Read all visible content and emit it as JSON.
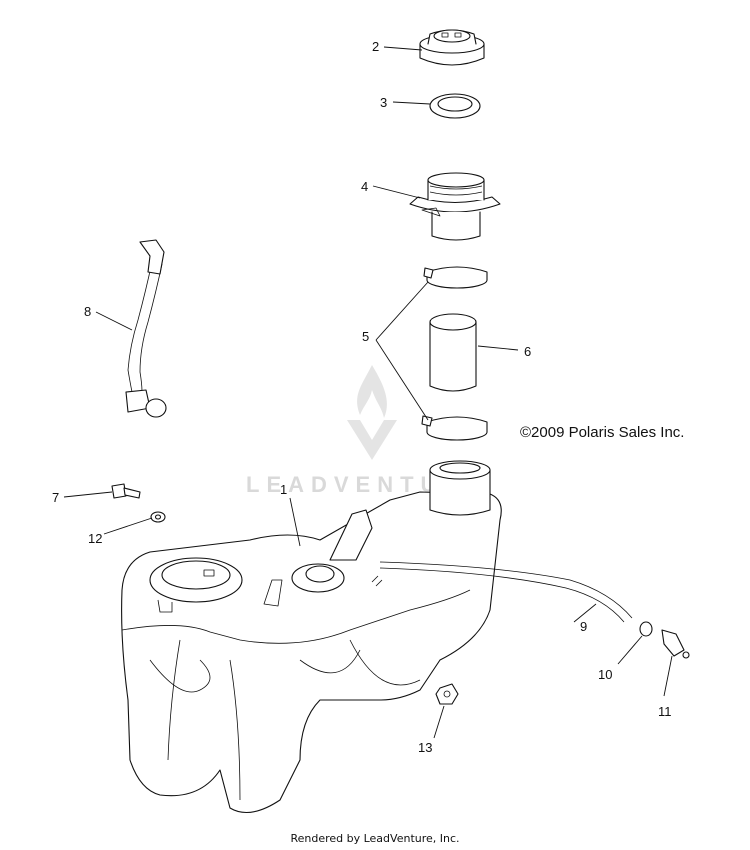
{
  "copyright": "©2009 Polaris Sales Inc.",
  "footer": "Rendered by LeadVenture, Inc.",
  "watermark": "LEADVENTURE",
  "callouts": [
    "1",
    "2",
    "3",
    "4",
    "5",
    "6",
    "7",
    "8",
    "9",
    "10",
    "11",
    "12",
    "13"
  ]
}
